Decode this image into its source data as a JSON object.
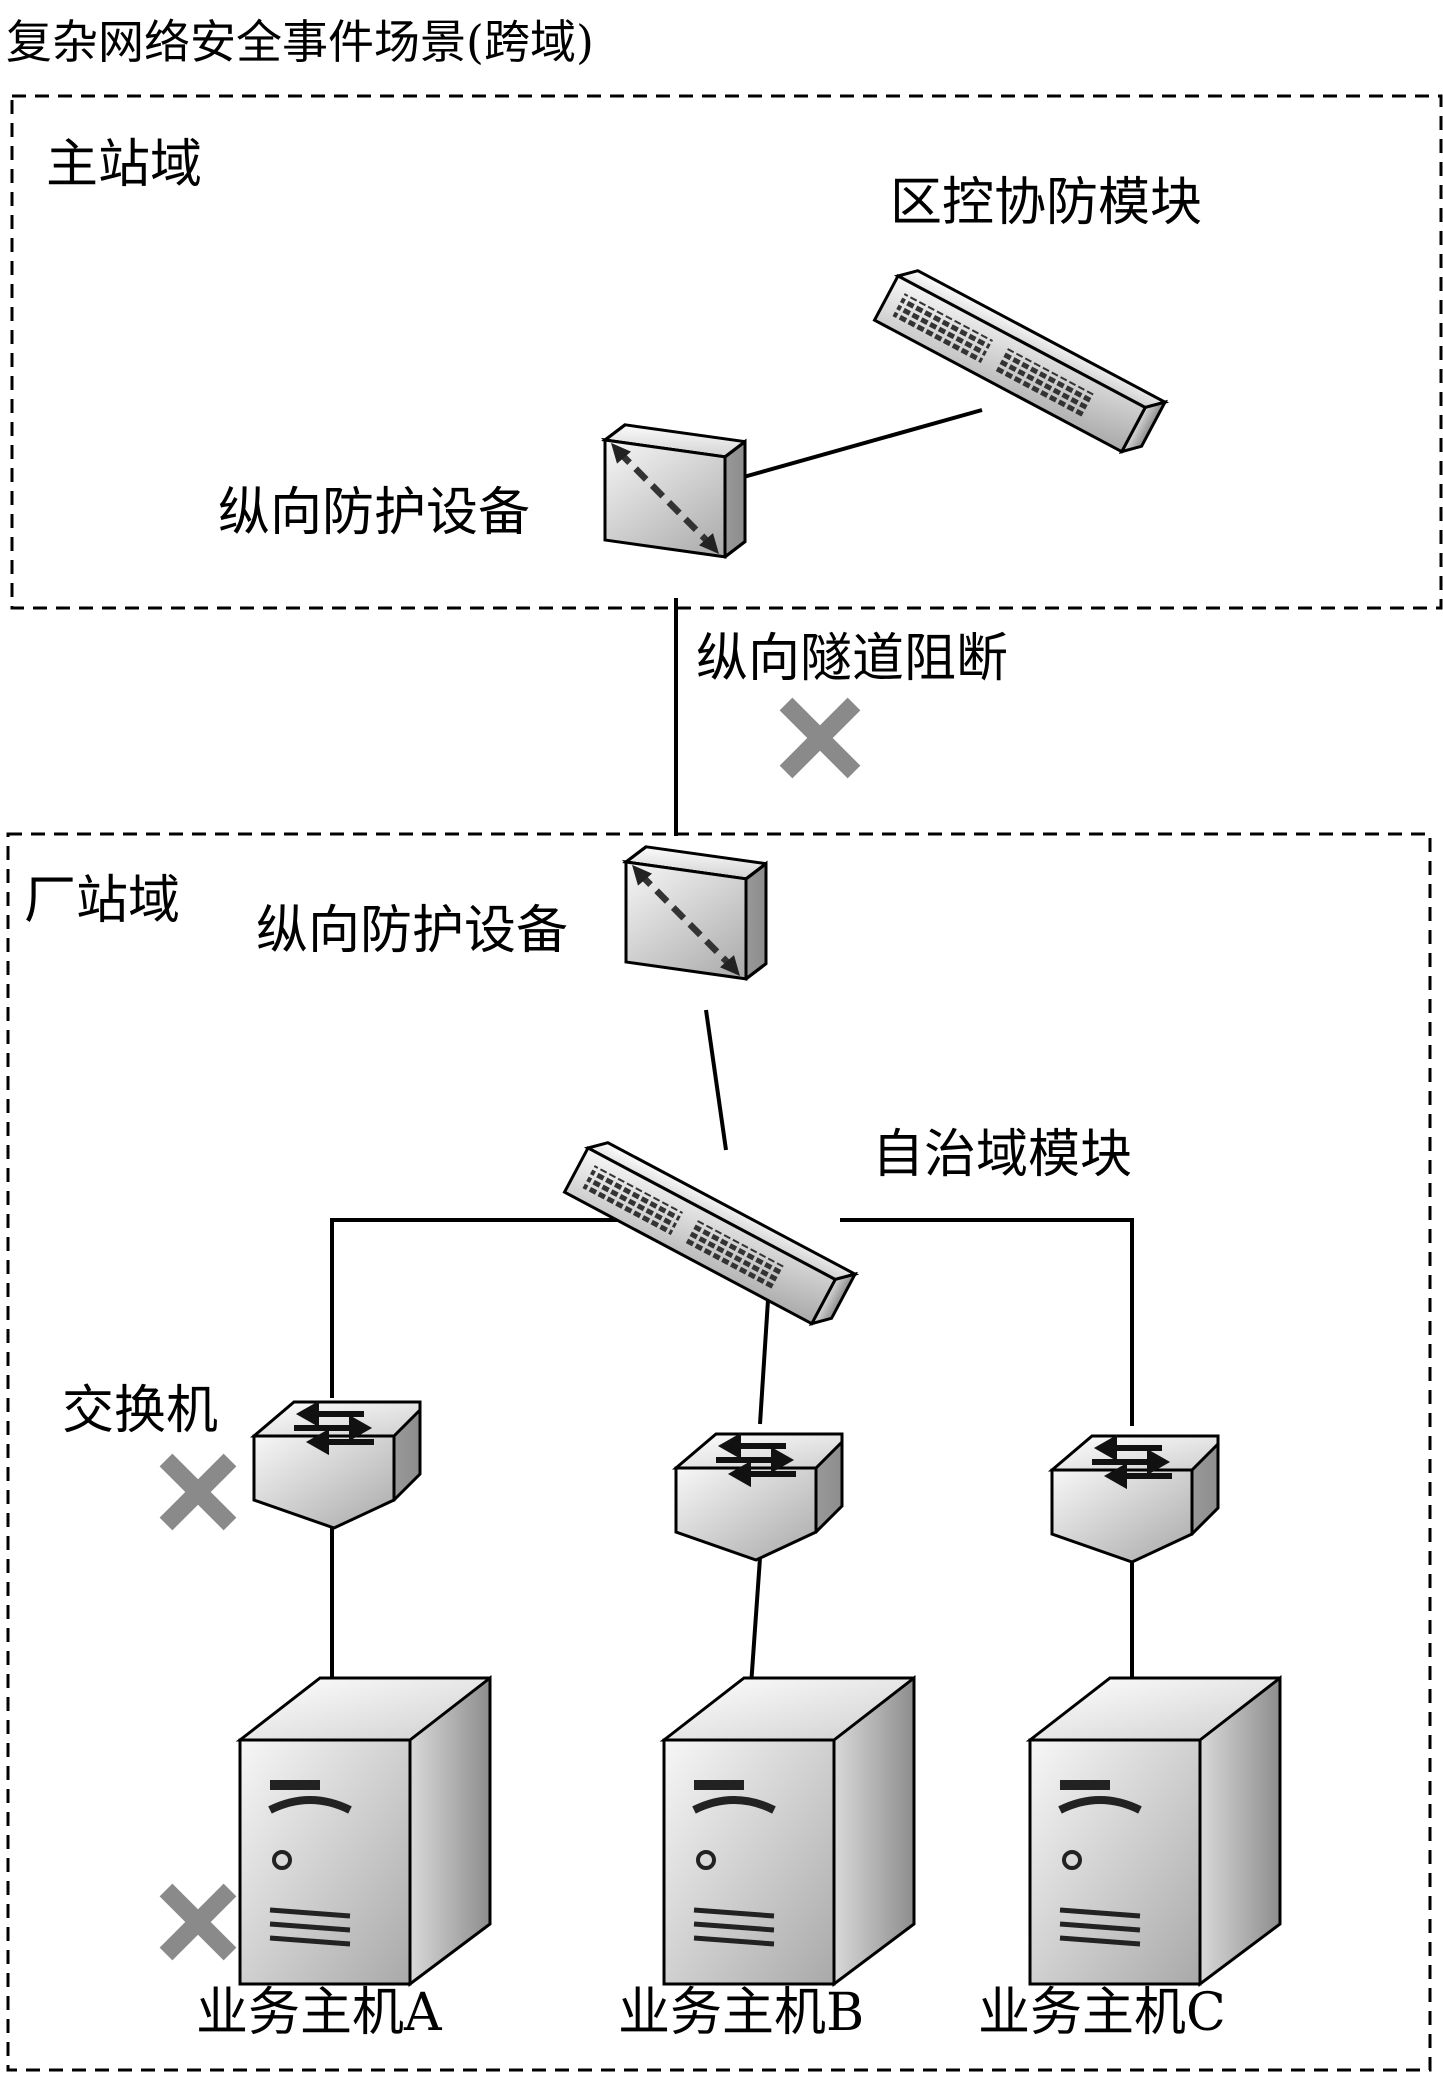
{
  "title": "复杂网络安全事件场景(跨域)",
  "domains": {
    "master": {
      "label": "主站域"
    },
    "plant": {
      "label": "厂站域"
    }
  },
  "nodes": {
    "area_control": {
      "label": "区控协防模块",
      "icon": "network-switch-icon"
    },
    "master_protector": {
      "label": "纵向防护设备",
      "icon": "firewall-device-icon"
    },
    "plant_protector": {
      "label": "纵向防护设备",
      "icon": "firewall-device-icon"
    },
    "autonomous": {
      "label": "自治域模块",
      "icon": "network-switch-icon"
    },
    "switch": {
      "label": "交换机",
      "icon": "switch-icon"
    },
    "host_a": {
      "label": "业务主机A",
      "icon": "server-icon"
    },
    "host_b": {
      "label": "业务主机B",
      "icon": "server-icon"
    },
    "host_c": {
      "label": "业务主机C",
      "icon": "server-icon"
    }
  },
  "events": {
    "tunnel_block": {
      "label": "纵向隧道阻断",
      "icon": "blocked-x-icon"
    },
    "switch_fault": {
      "icon": "blocked-x-icon"
    },
    "host_a_fault": {
      "icon": "blocked-x-icon"
    }
  },
  "colors": {
    "line": "#000000",
    "x_mark": "#8a8a8a"
  }
}
